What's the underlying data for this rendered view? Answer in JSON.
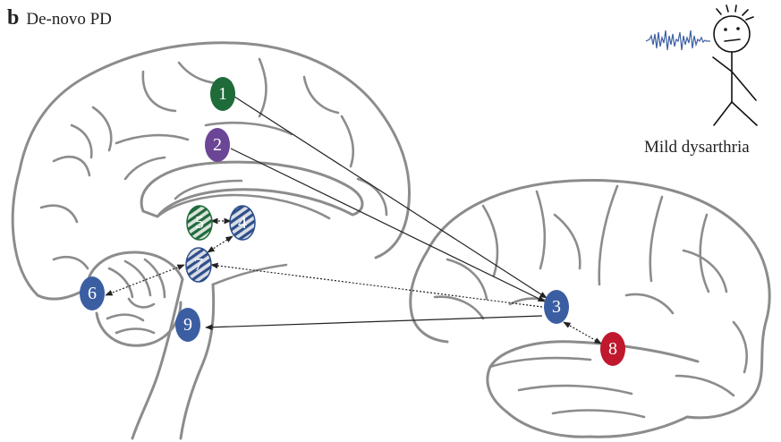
{
  "panel": {
    "letter": "b",
    "title": "De-novo PD"
  },
  "caption": "Mild dysarthria",
  "colors": {
    "green": "#1f6b3a",
    "purple": "#6b4696",
    "blue": "#3b5ea3",
    "red": "#c0182c",
    "outline": "#8c8c8c",
    "waveform": "#3f5fa3"
  },
  "icons": {
    "figure": "stick-figure-icon",
    "waveform": "speech-waveform-icon"
  },
  "nodes": [
    {
      "id": "1",
      "label": "1",
      "color": "green",
      "hatched": false
    },
    {
      "id": "2",
      "label": "2",
      "color": "purple",
      "hatched": false
    },
    {
      "id": "3",
      "label": "3",
      "color": "blue",
      "hatched": false
    },
    {
      "id": "4",
      "label": "4",
      "color": "blue",
      "hatched": true
    },
    {
      "id": "5",
      "label": "5",
      "color": "green",
      "hatched": true
    },
    {
      "id": "6",
      "label": "6",
      "color": "blue",
      "hatched": false
    },
    {
      "id": "7",
      "label": "7",
      "color": "blue",
      "hatched": true
    },
    {
      "id": "8",
      "label": "8",
      "color": "red",
      "hatched": false
    },
    {
      "id": "9",
      "label": "9",
      "color": "blue",
      "hatched": false
    }
  ],
  "edges": [
    {
      "from": "1",
      "to": "3",
      "style": "solid",
      "direction": "forward"
    },
    {
      "from": "2",
      "to": "3",
      "style": "solid",
      "direction": "forward"
    },
    {
      "from": "3",
      "to": "9",
      "style": "solid",
      "direction": "forward"
    },
    {
      "from": "3",
      "to": "7",
      "style": "dotted",
      "direction": "forward"
    },
    {
      "from": "3",
      "to": "8",
      "style": "dotted",
      "direction": "both"
    },
    {
      "from": "5",
      "to": "4",
      "style": "dotted",
      "direction": "both"
    },
    {
      "from": "7",
      "to": "4",
      "style": "dotted",
      "direction": "both"
    },
    {
      "from": "7",
      "to": "6",
      "style": "dotted",
      "direction": "both"
    }
  ]
}
